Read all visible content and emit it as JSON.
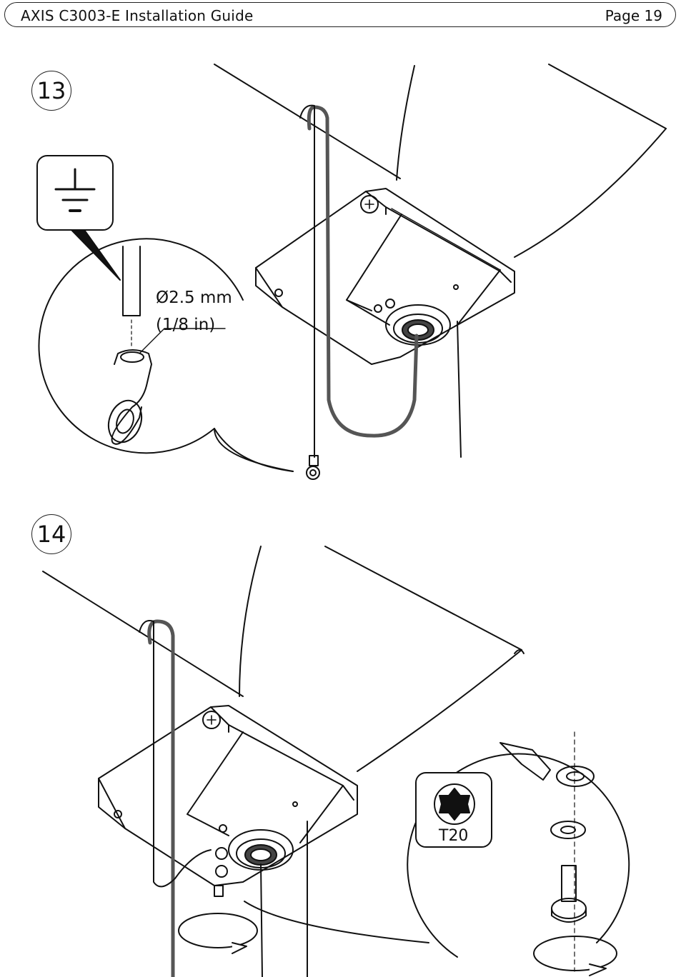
{
  "header": {
    "title": "AXIS C3003-E Installation Guide",
    "page": "Page 19"
  },
  "steps": [
    {
      "number": "13"
    },
    {
      "number": "14"
    }
  ],
  "step13": {
    "symbol": "ground-symbol",
    "diameter_mm": "Ø2.5 mm",
    "diameter_in": "(1/8 in)"
  },
  "step14": {
    "tool_icon": "torx-icon",
    "tool_label": "T20"
  }
}
